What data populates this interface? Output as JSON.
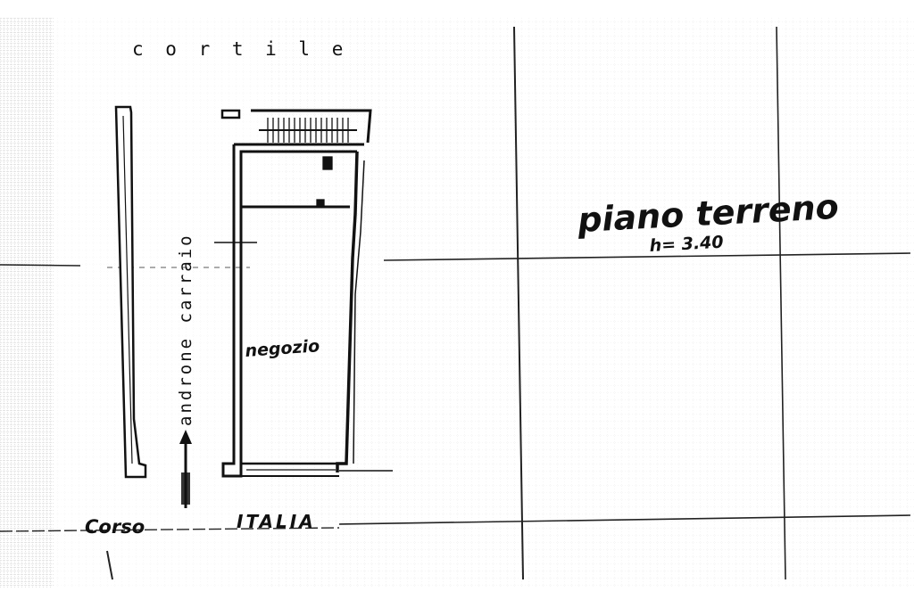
{
  "drawing": {
    "top_label": "c o r t i l e",
    "floor_title": "piano terreno",
    "floor_height": "h= 3.40",
    "passage_label": "androne carraio",
    "room_label": "negozio",
    "street_word1": "Corso",
    "street_word2": "ITALIA"
  },
  "colors": {
    "ink": "#111111",
    "grid": "#9a9a9a",
    "paper": "#ffffff"
  }
}
